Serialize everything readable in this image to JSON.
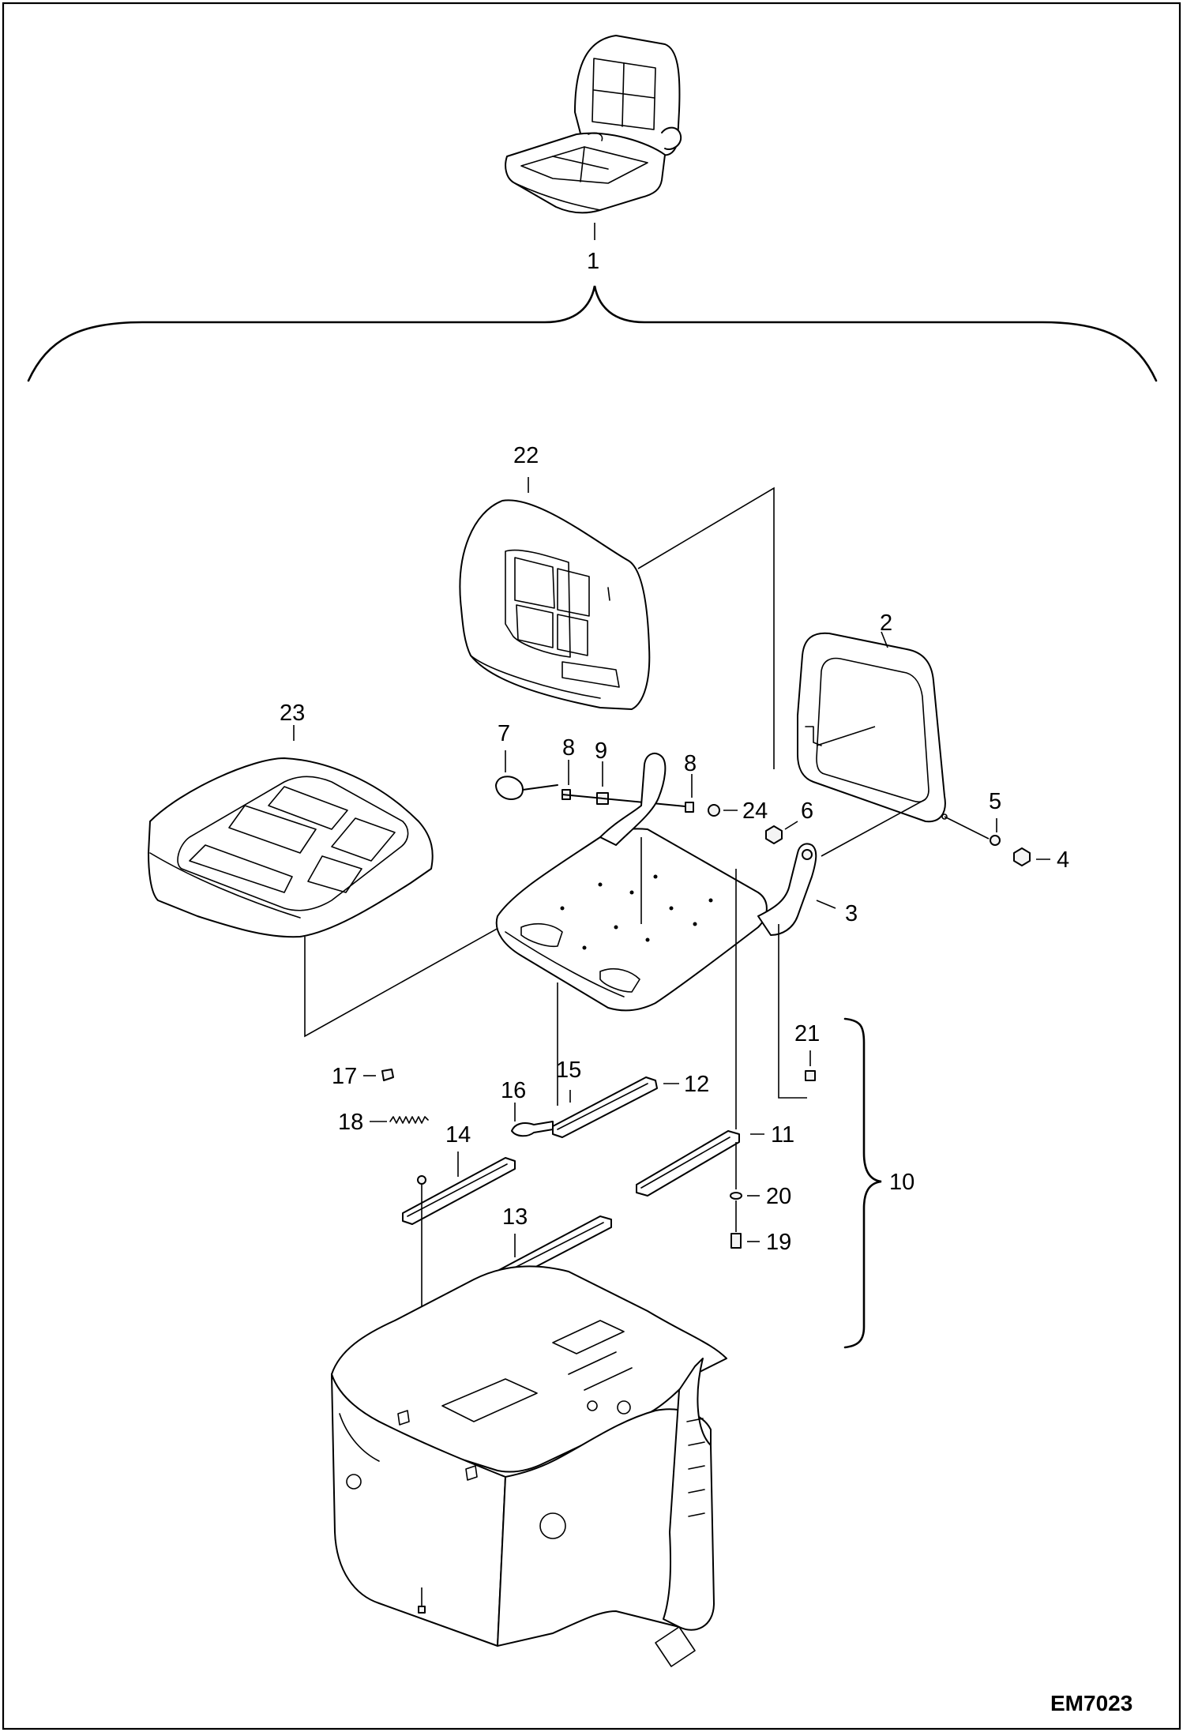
{
  "diagram_code": "EM7023",
  "callouts": [
    "1",
    "2",
    "3",
    "4",
    "5",
    "6",
    "7",
    "8",
    "9",
    "8",
    "24",
    "10",
    "11",
    "12",
    "13",
    "14",
    "15",
    "16",
    "17",
    "18",
    "19",
    "20",
    "21",
    "22",
    "23"
  ]
}
